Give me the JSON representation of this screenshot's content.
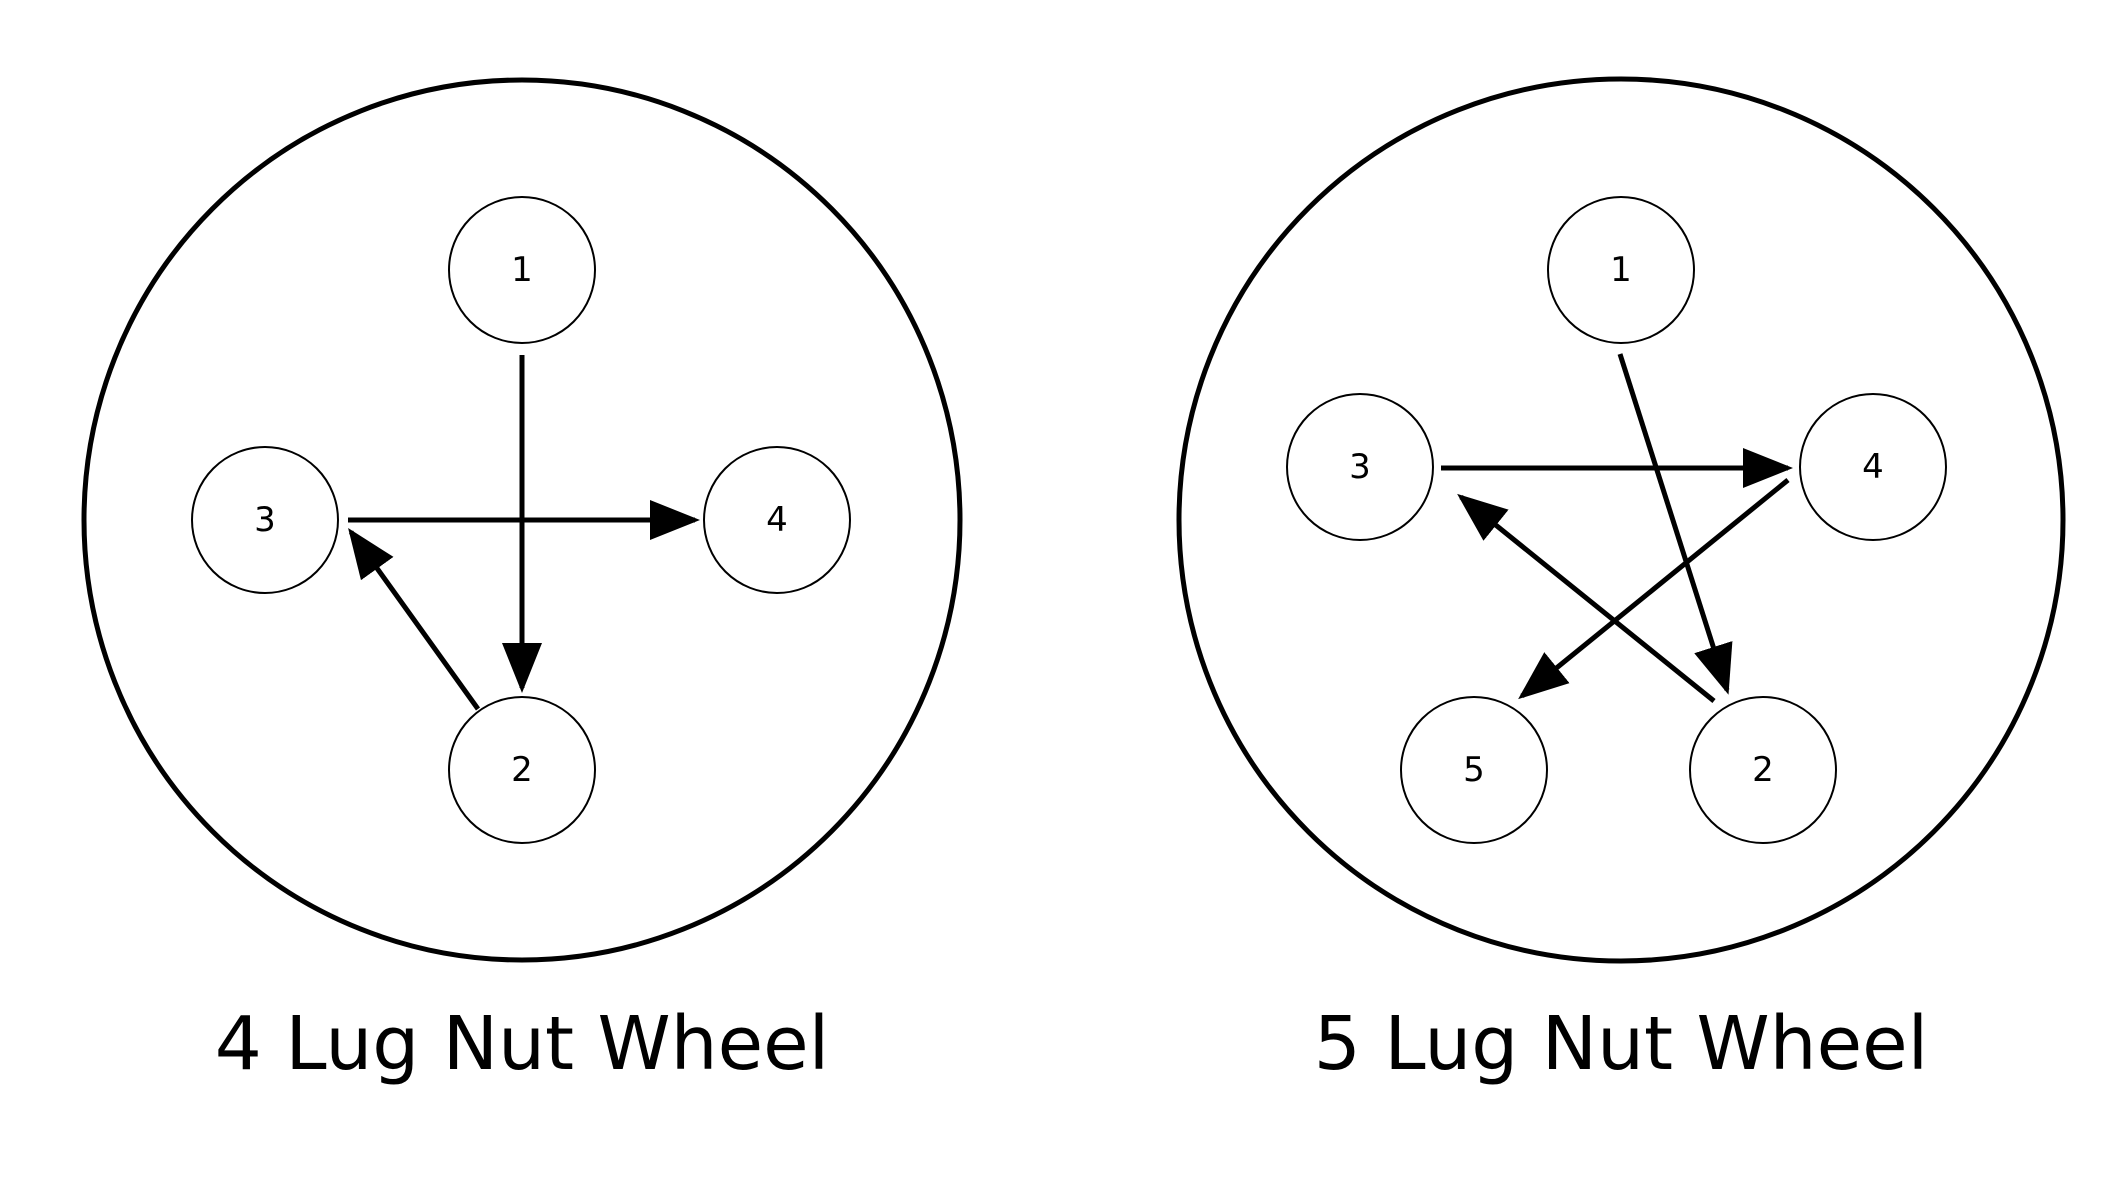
{
  "wheels": [
    {
      "title": "4 Lug Nut Wheel",
      "lugs": [
        "1",
        "2",
        "3",
        "4"
      ]
    },
    {
      "title": "5 Lug Nut Wheel",
      "lugs": [
        "1",
        "2",
        "3",
        "4",
        "5"
      ]
    }
  ]
}
